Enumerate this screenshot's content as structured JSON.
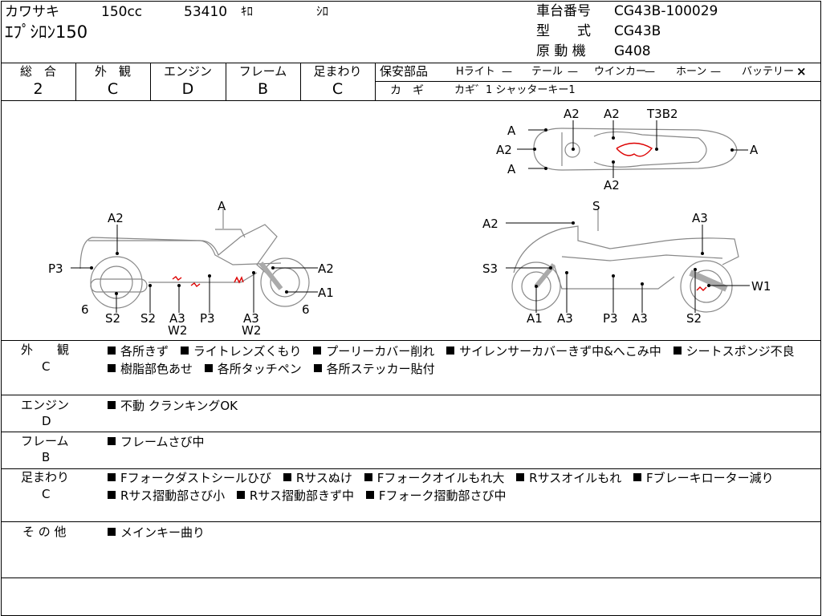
{
  "header": {
    "maker": "カワサキ",
    "displacement": "150cc",
    "mileage": "53410",
    "mileage_unit": "ｷﾛ",
    "color": "ｼﾛ",
    "model_name": "ｴﾌﾟｼﾛﾝ150",
    "frame_number_label": "車台番号",
    "frame_number": "CG43B-100029",
    "type_label": "型　　式",
    "type_value": "CG43B",
    "engine_label": "原 動 機",
    "engine_value": "G408"
  },
  "scores": {
    "overall_label": "総　合",
    "overall_value": "2",
    "exterior_label": "外　観",
    "exterior_value": "C",
    "engine_label": "エンジン",
    "engine_value": "D",
    "frame_label": "フレーム",
    "frame_value": "B",
    "suspension_label": "足まわり",
    "suspension_value": "C"
  },
  "safety": {
    "label": "保安部品",
    "headlight": "Hライト",
    "headlight_status": "—",
    "tail": "テール",
    "tail_status": "—",
    "winker": "ウインカー",
    "winker_status": "—",
    "horn": "ホーン",
    "horn_status": "—",
    "battery": "バッテリー",
    "battery_status": "×",
    "key_label": "カ　ギ",
    "key_value": "カギ゛1 シャッターキー1"
  },
  "diagram_labels": {
    "top_a1": "A",
    "top_a2_left": "A2",
    "top_a3": "A",
    "top_a2_mid": "A2",
    "top_a2_mid2": "A2",
    "top_t3b2": "T3B2",
    "top_a_right": "A",
    "top_a2_bottom": "A2",
    "left_a_top": "A",
    "left_a2_top": "A2",
    "left_p3": "P3",
    "left_a2_right": "A2",
    "left_a1": "A1",
    "left_6_left": "6",
    "left_6_right": "6",
    "left_s2_a": "S2",
    "left_s2_b": "S2",
    "left_a3": "A3",
    "left_w2": "W2",
    "left_p3_bottom": "P3",
    "left_a3_b": "A3",
    "left_w2_b": "W2",
    "right_s": "S",
    "right_a2": "A2",
    "right_a3": "A3",
    "right_s3": "S3",
    "right_w1": "W1",
    "right_a1": "A1",
    "right_a3_b": "A3",
    "right_p3": "P3",
    "right_a3_c": "A3",
    "right_s2": "S2"
  },
  "remarks": [
    {
      "label": "外　　観",
      "grade": "C",
      "items": [
        "各所きず",
        "ライトレンズくもり",
        "プーリーカバー削れ",
        "サイレンサーカバーきず中&へこみ中",
        "シートスポンジ不良",
        "樹脂部色あせ",
        "各所タッチペン",
        "各所ステッカー貼付"
      ]
    },
    {
      "label": "エンジン",
      "grade": "D",
      "items": [
        "不動 クランキングOK"
      ]
    },
    {
      "label": "フレーム",
      "grade": "B",
      "items": [
        "フレームさび中"
      ]
    },
    {
      "label": "足まわり",
      "grade": "C",
      "items": [
        "Fフォークダストシールひび",
        "Rサスぬけ",
        "Fフォークオイルもれ大",
        "Rサスオイルもれ",
        "Fブレーキローター減り",
        "Rサス摺動部さび小",
        "Rサス摺動部きず中",
        "Fフォーク摺動部さび中"
      ]
    },
    {
      "label": "そ の 他",
      "grade": "",
      "items": [
        "メインキー曲り"
      ]
    }
  ]
}
